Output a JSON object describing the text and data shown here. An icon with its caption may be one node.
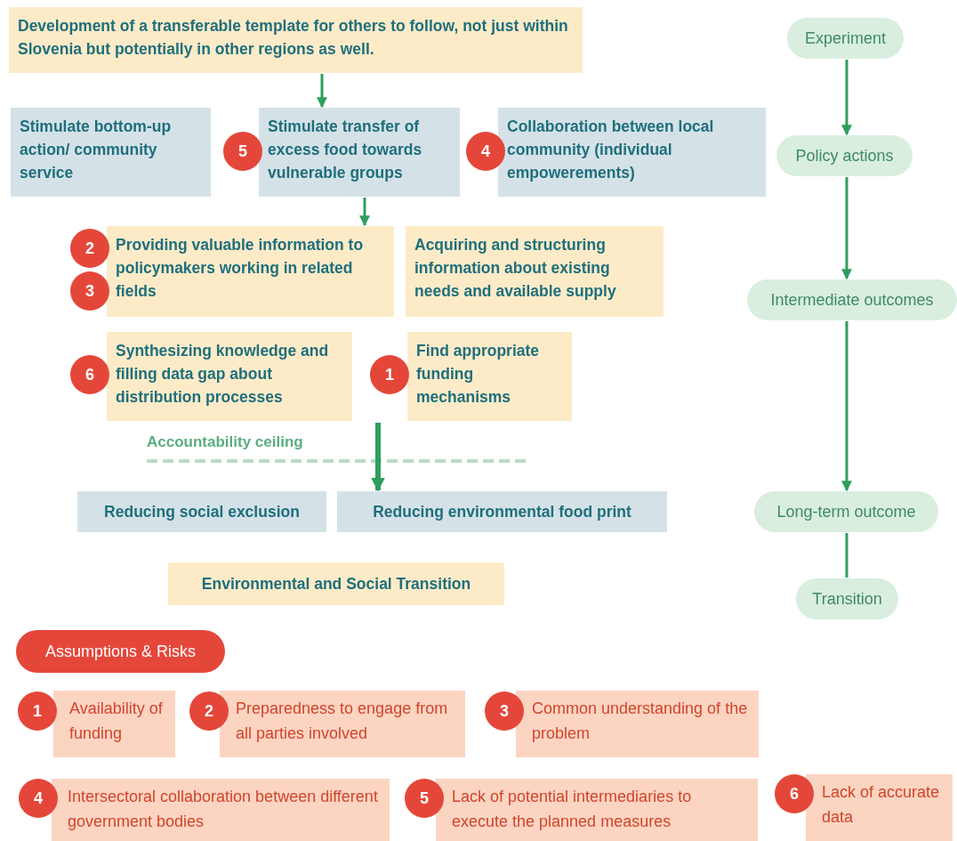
{
  "diagram": {
    "nodes": [
      {
        "text": [
          "Development of a transferable template for others to follow, not just within Slovenia but potentially in other regions as well."
        ]
      },
      {
        "text": [
          "Stimulate bottom-up action/ community service"
        ]
      },
      {
        "text": [
          "5"
        ]
      },
      {
        "text": [
          "Stimulate transfer of excess food towards vulnerable groups"
        ]
      },
      {
        "text": [
          "4"
        ]
      },
      {
        "text": [
          "Collaboration between local community (individual empowerements)"
        ]
      },
      {
        "text": [
          "2"
        ]
      },
      {
        "text": [
          "3"
        ]
      },
      {
        "text": [
          "Providing valuable information to policymakers working in related fields"
        ]
      },
      {
        "text": [
          "Acquiring and structuring information about existing needs and available supply"
        ]
      },
      {
        "text": [
          "6"
        ]
      },
      {
        "text": [
          "Synthesizing knowledge and filling data gap about distribution processes"
        ]
      },
      {
        "text": [
          "1"
        ]
      },
      {
        "text": [
          "Find appropriate funding mechanisms"
        ]
      },
      {
        "text": [
          "Reducing social exclusion"
        ]
      },
      {
        "text": [
          "Reducing environmental food print"
        ]
      },
      {
        "text": [
          "Environmental and Social Transition"
        ]
      },
      {
        "text": [
          "Experiment"
        ]
      },
      {
        "text": [
          "Policy actions"
        ]
      },
      {
        "text": [
          "Intermediate outcomes"
        ]
      },
      {
        "text": [
          "Long-term outcome"
        ]
      },
      {
        "text": [
          "Transition"
        ]
      },
      {
        "text": [
          "Assumptions & Risks"
        ]
      },
      {
        "text": [
          "1"
        ]
      },
      {
        "text": [
          "Availability of funding"
        ]
      },
      {
        "text": [
          "2"
        ]
      },
      {
        "text": [
          "Preparedness to engage from all parties involved"
        ]
      },
      {
        "text": [
          "3"
        ]
      },
      {
        "text": [
          "Common understanding of the problem"
        ]
      },
      {
        "text": [
          "4"
        ]
      },
      {
        "text": [
          "Intersectoral collaboration between different government bodies"
        ]
      },
      {
        "text": [
          "5"
        ]
      },
      {
        "text": [
          "Lack of potential intermediaries to execute the planned measures"
        ]
      },
      {
        "text": [
          "6"
        ]
      },
      {
        "text": [
          "Lack of accurate data"
        ]
      }
    ],
    "edges": [
      {
        "from": 0,
        "to": 3,
        "arrow": "to"
      },
      {
        "from": 3,
        "to": 8,
        "arrow": "to"
      },
      {
        "from": null,
        "to": 15,
        "arrow": "to",
        "style": "thick"
      },
      {
        "from": 17,
        "to": 18,
        "arrow": "to"
      },
      {
        "from": 18,
        "to": 19,
        "arrow": "to"
      },
      {
        "from": 19,
        "to": 20,
        "arrow": "to"
      },
      {
        "from": 20,
        "to": 21,
        "arrow": "none"
      }
    ],
    "labels": [
      "Accountability ceiling"
    ]
  }
}
